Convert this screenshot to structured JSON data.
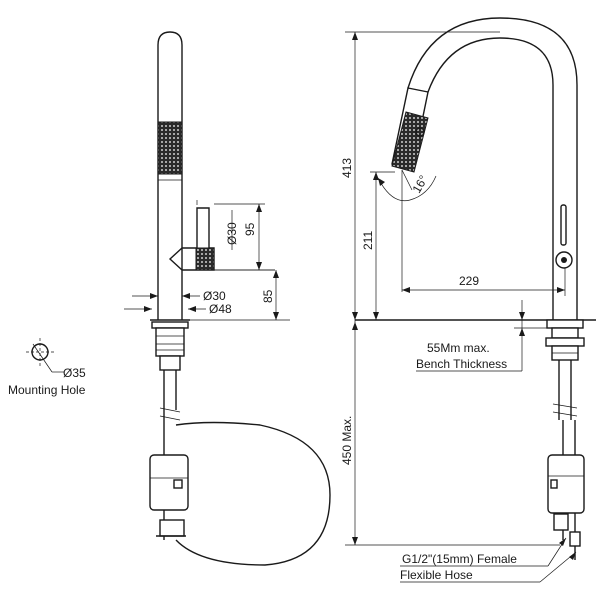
{
  "left_view": {
    "dim_outlet_diameter": "Ø30",
    "dim_spout_rise": "95",
    "dim_body_diameter": "Ø30",
    "dim_base_diameter": "Ø48",
    "dim_base_height": "85"
  },
  "mounting": {
    "diameter": "Ø35",
    "label": "Mounting Hole"
  },
  "right_view": {
    "dim_total_height": "413",
    "dim_outlet_height": "211",
    "dim_reach": "229",
    "dim_angle": "16°",
    "dim_below_bench": "450 Max.",
    "bench_line1": "55Mm max.",
    "bench_line2": "Bench Thickness",
    "hose_line1": "G1/2\"(15mm) Female",
    "hose_line2": "Flexible Hose"
  },
  "colors": {
    "line": "#1a1a1a",
    "knurl": "#2a2a2a",
    "background": "#ffffff"
  }
}
